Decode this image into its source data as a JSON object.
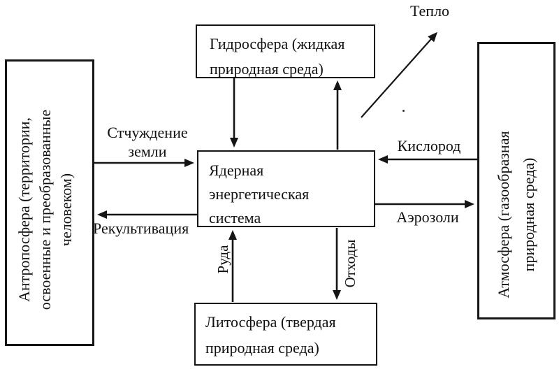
{
  "colors": {
    "ink": "#151515",
    "paper": "#ffffff"
  },
  "nodes": {
    "hydrosphere": {
      "label": "Гидросфера (жидкая\nприродная среда)"
    },
    "nuclear_system": {
      "label": "Ядерная\nэнергетическая\nсистема"
    },
    "lithosphere": {
      "label": "Литосфера (твердая\nприродная среда)"
    },
    "anthroposphere": {
      "label": "Антропосфера (территории,\nосвоенные и преобразованные\nчеловеком)"
    },
    "atmosphere": {
      "label": "Атмосфера (газообразная\nприродная среда)"
    }
  },
  "flows": {
    "heat": {
      "label": "Тепло",
      "from": "nuclear_system",
      "to": "environment"
    },
    "land_alienation": {
      "label": "Стчуждение\nземли",
      "from": "anthroposphere",
      "to": "nuclear_system"
    },
    "recultivation": {
      "label": "Рекультивация",
      "from": "nuclear_system",
      "to": "anthroposphere"
    },
    "oxygen": {
      "label": "Кислород",
      "from": "atmosphere",
      "to": "nuclear_system"
    },
    "aerosols": {
      "label": "Аэрозоли",
      "from": "nuclear_system",
      "to": "atmosphere"
    },
    "ore": {
      "label": "Руда",
      "from": "lithosphere",
      "to": "nuclear_system"
    },
    "waste": {
      "label": "Отходы",
      "from": "nuclear_system",
      "to": "lithosphere"
    },
    "water_in": {
      "label": "",
      "from": "hydrosphere",
      "to": "nuclear_system"
    },
    "water_out": {
      "label": "",
      "from": "nuclear_system",
      "to": "hydrosphere"
    }
  }
}
